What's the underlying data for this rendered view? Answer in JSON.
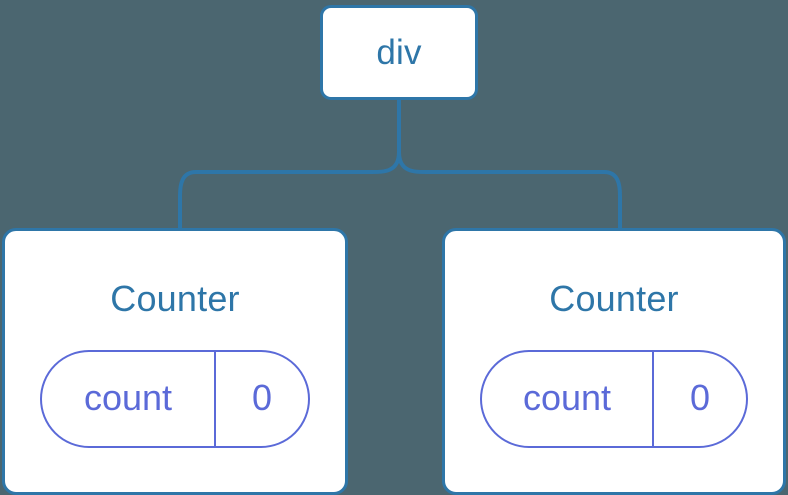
{
  "diagram": {
    "background_color": "#4b6670",
    "node_color": "#2e76a8",
    "state_color": "#5b6ad8",
    "card_fill": "#ffffff",
    "root": {
      "label": "div"
    },
    "children": [
      {
        "name": "Counter",
        "state": {
          "key": "count",
          "value": "0"
        }
      },
      {
        "name": "Counter",
        "state": {
          "key": "count",
          "value": "0"
        }
      }
    ],
    "connectors": [
      {
        "from": "div",
        "to": "Counter-left"
      },
      {
        "from": "div",
        "to": "Counter-right"
      }
    ]
  }
}
